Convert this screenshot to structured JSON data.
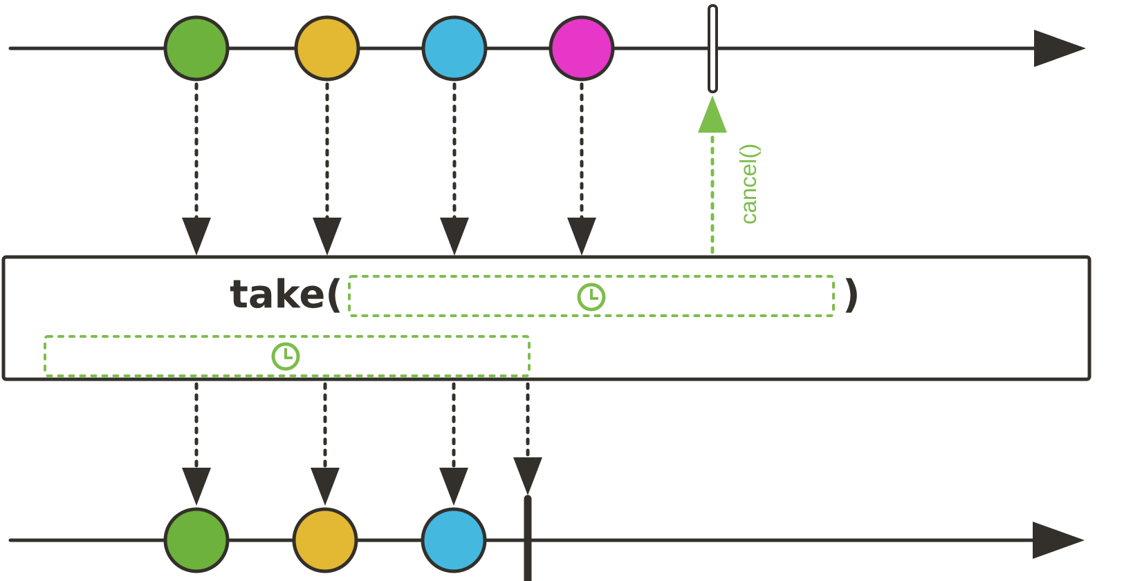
{
  "colors": {
    "stroke": "#33302b",
    "accent": "#7dbd4c",
    "marble_green": "#6db23c",
    "marble_yellow": "#e3b832",
    "marble_blue": "#45b8e0",
    "marble_magenta": "#e637c9",
    "background": "#ffffff"
  },
  "source_timeline": {
    "marbles": [
      {
        "color": "marble_green"
      },
      {
        "color": "marble_yellow"
      },
      {
        "color": "marble_blue"
      },
      {
        "color": "marble_magenta"
      }
    ],
    "end_marker": "cancellation-marker"
  },
  "operator": {
    "name": "take(",
    "close": ")",
    "duration_icon": "clock-icon"
  },
  "cancel_label": "cancel()",
  "result_timeline": {
    "marbles": [
      {
        "color": "marble_green"
      },
      {
        "color": "marble_yellow"
      },
      {
        "color": "marble_blue"
      }
    ],
    "end_marker": "completion-marker"
  }
}
